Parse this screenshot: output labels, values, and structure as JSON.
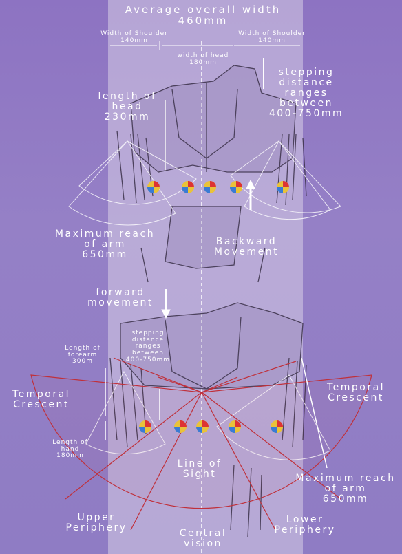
{
  "labels": {
    "overall_width": "Average overall width\n460mm",
    "shoulder_left": "Width of Shoulder\n140mm",
    "shoulder_right": "Width of Shoulder\n140mm",
    "head_width": "width of head\n180mm",
    "stepping_top": "stepping\ndistance\nranges\nbetween\n400-750mm",
    "head_length": "length of\nhead\n230mm",
    "reach_left": "Maximum reach\nof arm\n650mm",
    "backward": "Backward\nMovement",
    "forward": "forward\nmovement",
    "stepping_mid": "stepping\ndistance\nranges\nbetween\n400-750mm",
    "forearm": "Length of\nforearm\n300m",
    "temporal_left": "Temporal\nCrescent",
    "temporal_right": "Temporal\nCrescent",
    "hand": "Length of\nhand\n180mm",
    "line_of_sight": "Line of\nSight",
    "reach_right": "Maximum reach\nof arm\n650mm",
    "upper_periphery": "Upper\nPeriphery",
    "lower_periphery": "Lower\nPeriphery",
    "central_vision": "Central\nvision"
  },
  "colors": {
    "background": "#8f78c0",
    "band": "#d7cde6",
    "vision_fan": "#c0303a",
    "text": "#ffffff",
    "sketch": "#3a3048"
  }
}
